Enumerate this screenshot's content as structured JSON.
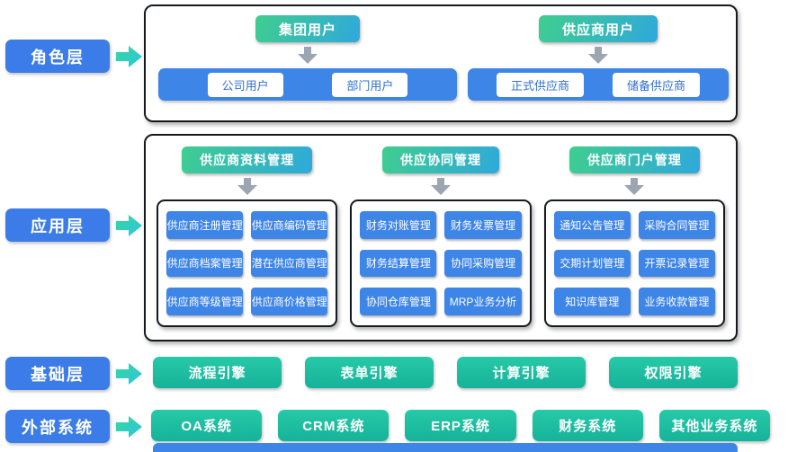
{
  "side_labels": [
    {
      "label": "角色层"
    },
    {
      "label": "应用层"
    },
    {
      "label": "基础层"
    },
    {
      "label": "外部系统"
    }
  ],
  "role_layer": {
    "groups": [
      {
        "header": "集团用户",
        "items": [
          "公司用户",
          "部门用户"
        ]
      },
      {
        "header": "供应商用户",
        "items": [
          "正式供应商",
          "储备供应商"
        ]
      }
    ]
  },
  "app_layer": {
    "columns": [
      {
        "header": "供应商资料管理",
        "items": [
          "供应商注册管理",
          "供应商编码管理",
          "供应商档案管理",
          "潜在供应商管理",
          "供应商等级管理",
          "供应商价格管理"
        ]
      },
      {
        "header": "供应协同管理",
        "items": [
          "财务对账管理",
          "财务发票管理",
          "财务结算管理",
          "协同采购管理",
          "协同仓库管理",
          "MRP业务分析"
        ]
      },
      {
        "header": "供应商门户管理",
        "items": [
          "通知公告管理",
          "采购合同管理",
          "交期计划管理",
          "开票记录管理",
          "知识库管理",
          "业务收款管理"
        ]
      }
    ]
  },
  "base_layer": {
    "items": [
      "流程引擎",
      "表单引擎",
      "计算引擎",
      "权限引擎"
    ]
  },
  "external_layer": {
    "items": [
      "OA系统",
      "CRM系统",
      "ERP系统",
      "财务系统",
      "其他业务系统"
    ]
  },
  "colors": {
    "label_blue": "#3B7CE8",
    "bar_blue": "#3E85E8",
    "teal_start": "#26CAA7",
    "teal_end": "#16B29A",
    "header_gradient_start": "#3FCE8F",
    "header_gradient_end": "#2FA8DC",
    "arrow_gradient_start": "#35D89C",
    "arrow_gradient_end": "#2EC3E2",
    "down_arrow_gray": "#9DA5B2",
    "box_border": "#16191d"
  }
}
